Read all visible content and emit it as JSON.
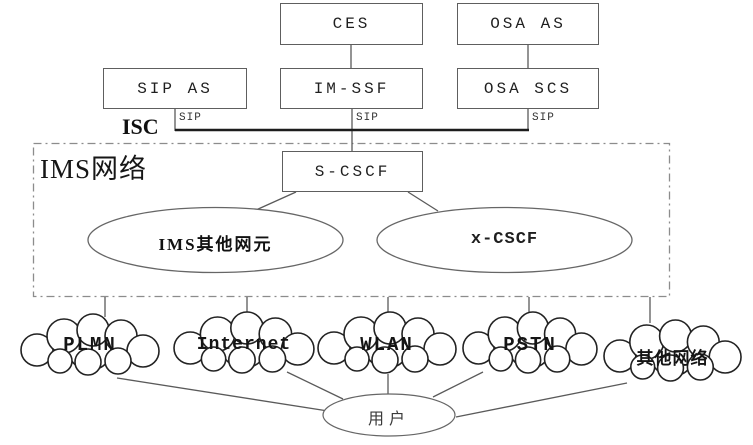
{
  "boxes": {
    "ces": {
      "label": "CES"
    },
    "osa_as": {
      "label": "OSA AS"
    },
    "sip_as": {
      "label": "SIP AS"
    },
    "im_ssf": {
      "label": "IM-SSF"
    },
    "osa_scs": {
      "label": "OSA SCS"
    },
    "s_cscf": {
      "label": "S-CSCF"
    }
  },
  "edge_labels": {
    "isc": "ISC",
    "sip_left": "SIP",
    "sip_middle": "SIP",
    "sip_right": "SIP"
  },
  "ims_zone": {
    "label": "IMS网络"
  },
  "ellipses": {
    "ims_other": {
      "label": "IMS其他网元"
    },
    "x_cscf": {
      "label": "x-CSCF"
    },
    "user": {
      "label": "用户"
    }
  },
  "clouds": {
    "plmn": {
      "label": "PLMN"
    },
    "internet": {
      "label": "Internet"
    },
    "wlan": {
      "label": "WLAN"
    },
    "pstn": {
      "label": "PSTN"
    },
    "other_network": {
      "label": "其他网络"
    }
  },
  "colors": {
    "background": "#ffffff",
    "box_border": "#5e5e5e",
    "connector_line": "#5a5a5a",
    "isc_bus_line": "#1c1c1c",
    "cloud_outline": "#222222",
    "dashed_border": "#8c8c8c",
    "text": "#1f1f1f"
  }
}
